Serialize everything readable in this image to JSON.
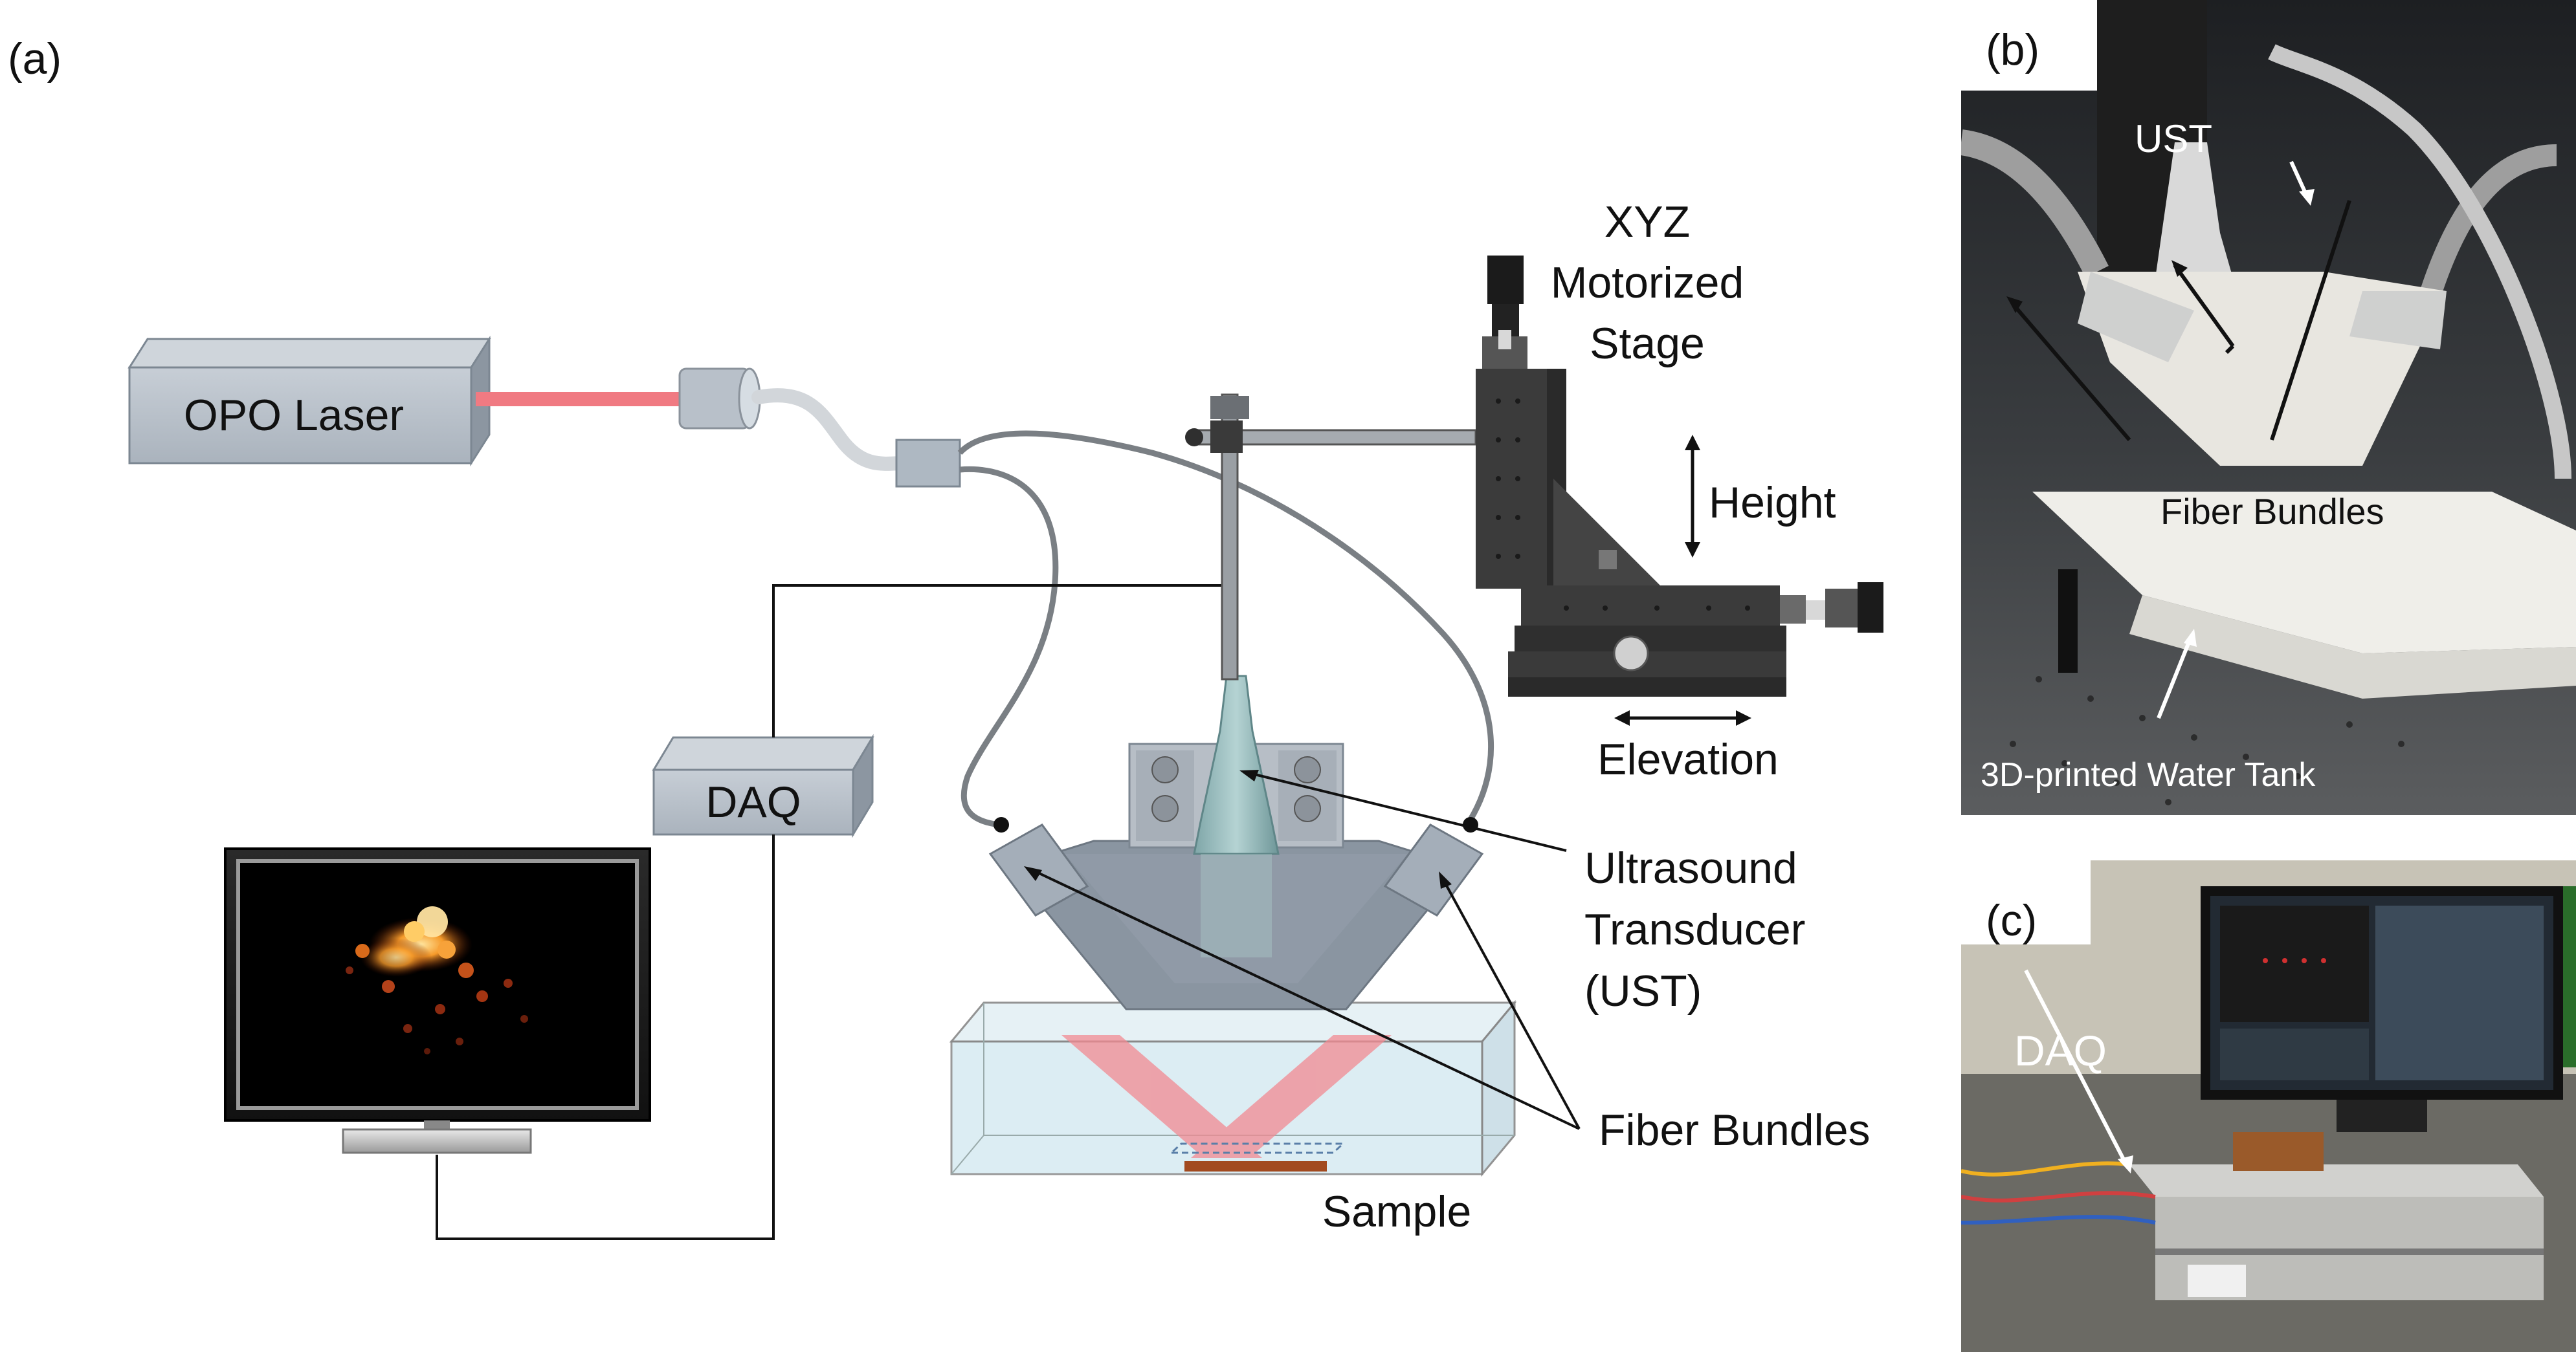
{
  "panels": {
    "a": {
      "tag": "(a)",
      "labels": {
        "laser": "OPO Laser",
        "daq": "DAQ",
        "stage": [
          "XYZ",
          "Motorized",
          "Stage"
        ],
        "height": "Height",
        "elevation": "Elevation",
        "ust": [
          "Ultrasound",
          "Transducer",
          "(UST)"
        ],
        "fiber": "Fiber Bundles",
        "sample": "Sample"
      }
    },
    "b": {
      "tag": "(b)",
      "labels": {
        "ust": "UST",
        "fiber": "Fiber Bundles",
        "tank": "3D-printed Water Tank"
      }
    },
    "c": {
      "tag": "(c)",
      "labels": {
        "daq": "DAQ"
      }
    }
  },
  "colors": {
    "device_gray": "#a9b3bf",
    "laser_beam": "#f07a82",
    "water": "#d7eaf2",
    "stage_dark": "#3b3b3b",
    "transducer": "#8fb7b9",
    "sample": "#a24a1f"
  }
}
